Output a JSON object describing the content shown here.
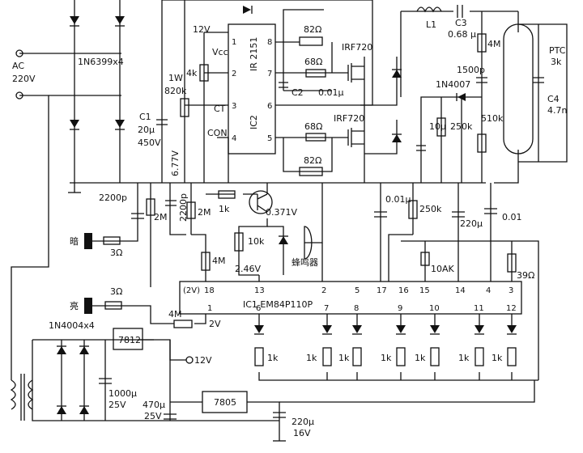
{
  "labels": {
    "ac": "AC",
    "ac_volt": "220V",
    "bridge_hv": "1N6399x4",
    "c1_name": "C1",
    "c1_val": "20μ",
    "c1_volt": "450V",
    "r_1w": "1W",
    "r_820k": "820k",
    "v_12v_top": "12V",
    "vcc": "Vcc",
    "r_4k": "4k",
    "ct": "CT",
    "con": "CON",
    "ic2_name": "IR 2151",
    "ic2_label": "IC2",
    "r82_top": "82Ω",
    "r68_top": "68Ω",
    "c2": "C2",
    "c2_val": "0.01μ",
    "irf_top": "IRF720",
    "r68_bot": "68Ω",
    "irf_bot": "IRF720",
    "r82_bot": "82Ω",
    "l1": "L1",
    "c3": "C3",
    "c3_val": "0.68 μ",
    "r_4m_top": "4M",
    "c_1500p": "1500p",
    "d_1n4007": "1N4007",
    "ptc": "PTC",
    "ptc_val": "3k",
    "c4": "C4",
    "c4_val": "4.7n",
    "c_10u": "10μ",
    "r_250k_top": "250k",
    "r_510k": "510k",
    "v_677": "6.77V",
    "c_2200p_a": "2200p",
    "r_2m_a": "2M",
    "c_2200p_b": "2200p",
    "r_2m_b": "2M",
    "r_1k_mid": "1k",
    "v_0371": "0.371V",
    "r_10k": "10k",
    "v_246": "2.46V",
    "buzzer": "蜂鸣器",
    "c_001u": "0.01μ",
    "r_250k_bot": "250k",
    "c_220u": "220μ",
    "c_001": "0.01",
    "dark": "暗",
    "r_3o_a": "3Ω",
    "r_4m_mid": "4M",
    "xtal": "10AK",
    "r_39o": "39Ω",
    "bright": "亮",
    "r_3o_b": "3Ω",
    "r_4m_low": "4M",
    "v_2v": "2V",
    "ic1_vcc": "(2V)",
    "ic1_name": "IC1  EM84P110P",
    "bridge_lv": "1N4004x4",
    "reg_7812": "7812",
    "v_12v_out": "12V",
    "c_1000u": "1000μ",
    "c_1000u_v": "25V",
    "c_470u": "470μ",
    "c_470u_v": "25V",
    "reg_7805": "7805",
    "c_220u_b": "220μ",
    "c_220u_b_v": "16V",
    "r_1k": "1k"
  },
  "ic1_pins_top": [
    "18",
    "13",
    "2",
    "5",
    "17",
    "16",
    "15",
    "14",
    "4",
    "3"
  ],
  "ic1_pins_bot": [
    "1",
    "6",
    "7",
    "8",
    "9",
    "10",
    "11",
    "12"
  ],
  "ic2_pins": [
    "1",
    "2",
    "3",
    "4",
    "8",
    "7",
    "6",
    "5"
  ]
}
